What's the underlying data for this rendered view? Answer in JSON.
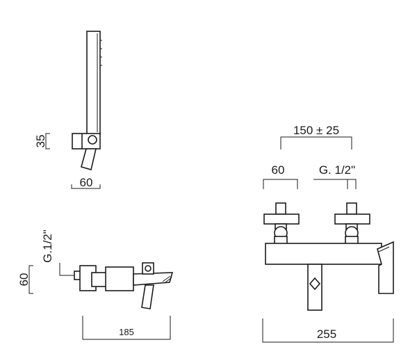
{
  "hand_shower": {
    "bracket_height": "35",
    "bracket_width": "60"
  },
  "side_view": {
    "thread": "G.1/2\"",
    "height": "60",
    "depth": "185"
  },
  "front_view": {
    "centers": "150 ± 25",
    "handle_width": "60",
    "thread": "G. 1/2\"",
    "overall_width": "255"
  }
}
